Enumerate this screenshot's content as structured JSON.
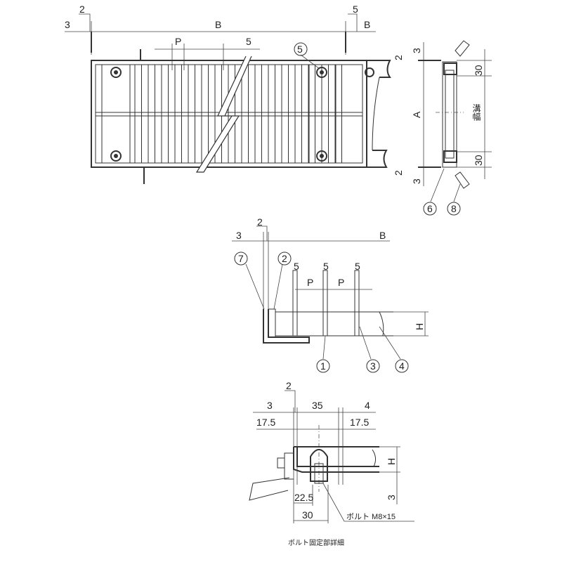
{
  "plan_view": {
    "dim_3": "3",
    "dim_2": "2",
    "dim_B": "B",
    "dim_5_right": "5",
    "dim_B_right": "B",
    "dim_P": "P",
    "dim_5_mid": "5",
    "callout_5": "5"
  },
  "section_view": {
    "dim_2_top": "2",
    "dim_3_top": "3",
    "dim_A": "A",
    "dim_30_top": "30",
    "dim_groove_width": "溝幅",
    "dim_30_bottom": "30",
    "dim_2_bottom": "2",
    "dim_3_bottom": "3",
    "callout_6": "6",
    "callout_8": "8"
  },
  "edge_detail": {
    "dim_3": "3",
    "dim_2": "2",
    "dim_B": "B",
    "callout_7": "7",
    "callout_2": "2",
    "dim_5a": "5",
    "dim_5b": "5",
    "dim_5c": "5",
    "dim_P1": "P",
    "dim_P2": "P",
    "dim_H": "H",
    "callout_1": "1",
    "callout_3": "3",
    "callout_4": "4"
  },
  "bolt_detail": {
    "dim_2": "2",
    "dim_3": "3",
    "dim_35": "35",
    "dim_4": "4",
    "dim_17_5_left": "17.5",
    "dim_17_5_right": "17.5",
    "dim_H": "H",
    "dim_3_bottom": "3",
    "dim_22_5": "22.5",
    "dim_30": "30",
    "bolt_label": "ボルト M8×15",
    "caption": "ボルト固定部詳細"
  }
}
